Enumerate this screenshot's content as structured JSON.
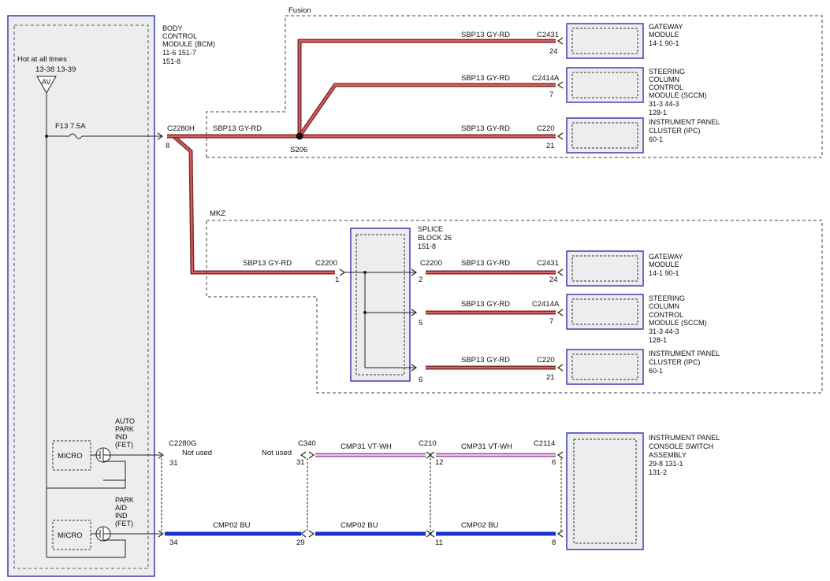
{
  "colors": {
    "frame": "#3a3fb0",
    "box_fill": "#ededf0",
    "wire_gy_rd_outer": "#7a2a2a",
    "wire_gy_rd_inner": "#e06060",
    "wire_gy": "#8a8a8a",
    "wire_vt_wh": "#d98ed9",
    "wire_bu": "#1a2fd0"
  },
  "bcm": {
    "title_lines": [
      "BODY",
      "CONTROL",
      "MODULE (BCM)",
      "11-6    151-7",
      "151-8"
    ],
    "hot_label": "Hot at all times",
    "hot_refs": "13-38  13-39",
    "av_label": "AV",
    "fuse_label": "F13  7.5A",
    "micro1": "MICRO",
    "micro2": "MICRO",
    "auto_park_lines": [
      "AUTO",
      "PARK",
      "IND",
      "(FET)"
    ],
    "park_aid_lines": [
      "PARK",
      "AID",
      "IND",
      "(FET)"
    ]
  },
  "fusion": {
    "section_label": "Fusion",
    "connector": "C2280H",
    "pin": "8",
    "wire": "SBP13   GY-RD",
    "splice": "S206",
    "rows": [
      {
        "wire": "SBP13   GY-RD",
        "connector": "C2431",
        "pin": "24",
        "module_lines": [
          "GATEWAY",
          "MODULE",
          "14-1    90-1"
        ]
      },
      {
        "wire": "SBP13   GY-RD",
        "connector": "C2414A",
        "pin": "7",
        "module_lines": [
          "STEERING",
          "COLUMN",
          "CONTROL",
          "MODULE (SCCM)",
          "31-3    44-3",
          "128-1"
        ]
      },
      {
        "wire": "SBP13   GY-RD",
        "connector": "C220",
        "pin": "21",
        "module_lines": [
          "INSTRUMENT PANEL",
          "CLUSTER (IPC)",
          "60-1"
        ]
      }
    ]
  },
  "mkz": {
    "section_label": "MKZ",
    "wire_in": "SBP13   GY-RD",
    "connector_in": "C2200",
    "pin_in": "1",
    "splice_lines": [
      "SPLICE",
      "BLOCK 26",
      "151-8"
    ],
    "connector_out": "C2200",
    "rows": [
      {
        "pin_out": "2",
        "wire": "SBP13   GY-RD",
        "connector": "C2431",
        "pin": "24",
        "module_lines": [
          "GATEWAY",
          "MODULE",
          "14-1    90-1"
        ]
      },
      {
        "pin_out": "5",
        "wire": "SBP13   GY-RD",
        "connector": "C2414A",
        "pin": "7",
        "module_lines": [
          "STEERING",
          "COLUMN",
          "CONTROL",
          "MODULE (SCCM)",
          "31-3    44-3",
          "128-1"
        ]
      },
      {
        "pin_out": "6",
        "wire": "SBP13   GY-RD",
        "connector": "C220",
        "pin": "21",
        "module_lines": [
          "INSTRUMENT PANEL",
          "CLUSTER (IPC)",
          "60-1"
        ]
      }
    ]
  },
  "switch": {
    "bcm_connector": "C2280G",
    "bcm_pin_top": "31",
    "bcm_pin_bottom": "34",
    "not_used_left": "Not used",
    "not_used_right": "Not used",
    "c340": "C340",
    "c340_pin_top": "31",
    "c340_pin_bottom": "29",
    "c210": "C210",
    "c210_pin_top": "12",
    "c210_pin_bottom": "11",
    "c2114": "C2114",
    "c2114_pin_top": "6",
    "c2114_pin_bottom": "8",
    "wire_vt_wh_1": "CMP31   VT-WH",
    "wire_vt_wh_2": "CMP31   VT-WH",
    "wire_bu_0": "CMP02   BU",
    "wire_bu_1": "CMP02   BU",
    "wire_bu_2": "CMP02   BU",
    "module_lines": [
      "INSTRUMENT PANEL",
      "CONSOLE SWITCH",
      "ASSEMBLY",
      "29-8    131-1",
      "131-2"
    ]
  }
}
